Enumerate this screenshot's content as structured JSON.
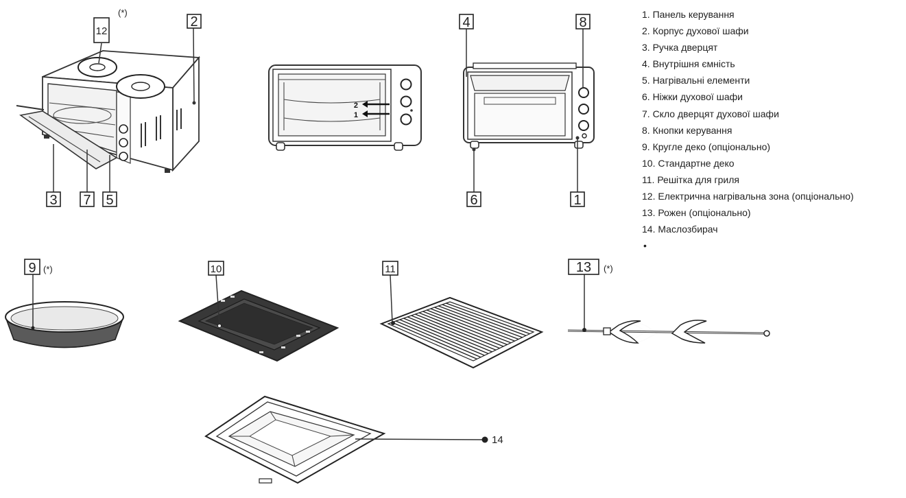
{
  "callouts": {
    "c1": "1",
    "c2": "2",
    "c3": "3",
    "c4": "4",
    "c5": "5",
    "c6": "6",
    "c7": "7",
    "c8": "8",
    "c9": "9",
    "c10": "10",
    "c11": "11",
    "c12": "12",
    "c13": "13",
    "c14": "14"
  },
  "marks": {
    "optional": "(*)",
    "shelf_2": "2",
    "shelf_1": "1"
  },
  "legend": {
    "items": [
      "1. Панель керування",
      "2. Корпус духової шафи",
      "3. Ручка дверцят",
      "4. Внутрішня ємність",
      "5. Нагрівальні елементи",
      "6. Ніжки духової шафи",
      "7. Скло дверцят духової шафи",
      "8. Кнопки керування",
      "9. Кругле деко (опціонально)",
      "10.  Стандартне деко",
      "11.  Решітка для гриля",
      "12.  Електрична нагрівальна зона (опціонально)",
      "13.  Рожен (опціонально)",
      "14.  Маслозбирач"
    ],
    "trailing": "•"
  },
  "colors": {
    "line": "#333333",
    "fill_dark": "#3b3b3b",
    "background": "#ffffff"
  }
}
